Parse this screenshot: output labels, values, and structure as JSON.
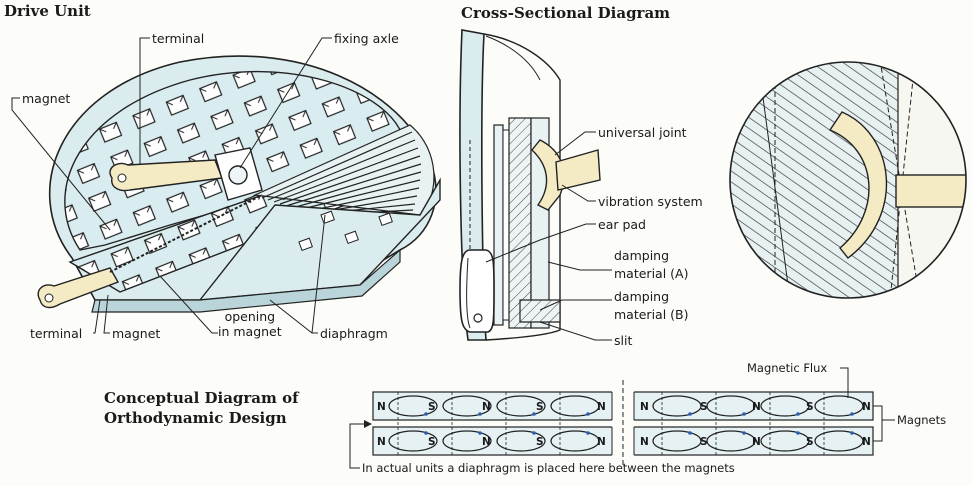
{
  "drive_unit": {
    "title": "Drive Unit",
    "labels": {
      "terminal_top": "terminal",
      "fixing_axle": "fixing axle",
      "magnet_left": "magnet",
      "terminal_bottom": "terminal",
      "magnet_bottom": "magnet",
      "opening_line1": "opening",
      "opening_line2": "in magnet",
      "diaphragm": "diaphragm"
    }
  },
  "cross_section": {
    "title": "Cross-Sectional Diagram",
    "labels": {
      "universal_joint": "universal joint",
      "vibration_system": "vibration system",
      "ear_pad": "ear pad",
      "damping_a_line1": "damping",
      "damping_a_line2": "material (A)",
      "damping_b_line1": "damping",
      "damping_b_line2": "material (B)",
      "slit": "slit"
    }
  },
  "conceptual": {
    "title_line1": "Conceptual Diagram of",
    "title_line2": "Orthodynamic Design",
    "magnetic_flux": "Magnetic Flux",
    "magnets": "Magnets",
    "note": "In actual units a diaphragm is placed here between the magnets",
    "poles": {
      "top_left": [
        "N",
        "S",
        "N",
        "S",
        "N"
      ],
      "top_right": [
        "N",
        "S",
        "N",
        "S",
        "N"
      ],
      "bottom_left": [
        "N",
        "S",
        "N",
        "S",
        "N"
      ],
      "bottom_right": [
        "N",
        "S",
        "N",
        "S",
        "N"
      ]
    }
  }
}
